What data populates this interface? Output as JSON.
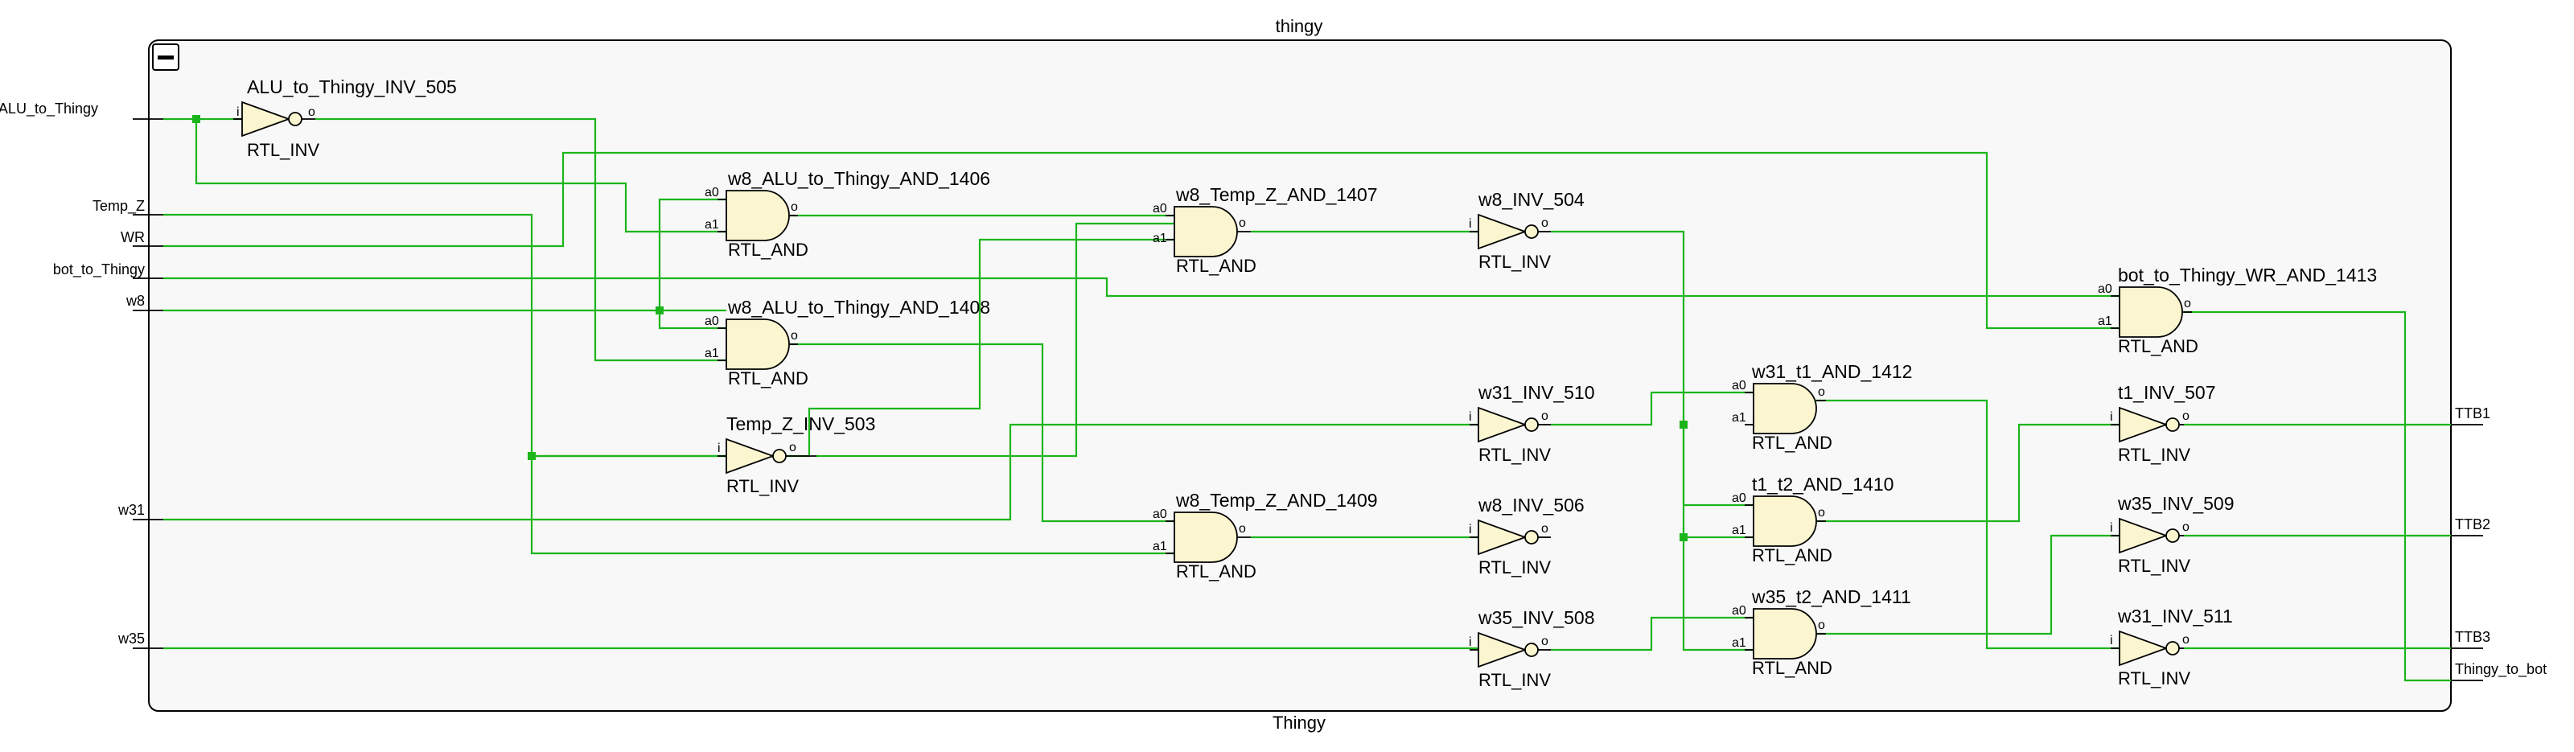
{
  "module": {
    "instance_name": "thingy",
    "module_name": "Thingy",
    "collapse_button": "collapse-button"
  },
  "input_ports": [
    "ALU_to_Thingy",
    "Temp_Z",
    "WR",
    "bot_to_Thingy",
    "w8",
    "w31",
    "w35"
  ],
  "output_ports": [
    "TTB1",
    "TTB2",
    "TTB3",
    "Thingy_to_bot"
  ],
  "cells": [
    {
      "id": "ALU_to_Thingy_INV_505",
      "type": "RTL_INV",
      "kind": "inv"
    },
    {
      "id": "w8_ALU_to_Thingy_AND_1406",
      "type": "RTL_AND",
      "kind": "and"
    },
    {
      "id": "w8_ALU_to_Thingy_AND_1408",
      "type": "RTL_AND",
      "kind": "and"
    },
    {
      "id": "Temp_Z_INV_503",
      "type": "RTL_INV",
      "kind": "inv"
    },
    {
      "id": "w8_Temp_Z_AND_1407",
      "type": "RTL_AND",
      "kind": "and"
    },
    {
      "id": "w8_Temp_Z_AND_1409",
      "type": "RTL_AND",
      "kind": "and"
    },
    {
      "id": "w8_INV_504",
      "type": "RTL_INV",
      "kind": "inv"
    },
    {
      "id": "w31_INV_510",
      "type": "RTL_INV",
      "kind": "inv"
    },
    {
      "id": "w8_INV_506",
      "type": "RTL_INV",
      "kind": "inv"
    },
    {
      "id": "w35_INV_508",
      "type": "RTL_INV",
      "kind": "inv"
    },
    {
      "id": "w31_t1_AND_1412",
      "type": "RTL_AND",
      "kind": "and"
    },
    {
      "id": "t1_t2_AND_1410",
      "type": "RTL_AND",
      "kind": "and"
    },
    {
      "id": "w35_t2_AND_1411",
      "type": "RTL_AND",
      "kind": "and"
    },
    {
      "id": "bot_to_Thingy_WR_AND_1413",
      "type": "RTL_AND",
      "kind": "and"
    },
    {
      "id": "t1_INV_507",
      "type": "RTL_INV",
      "kind": "inv"
    },
    {
      "id": "w35_INV_509",
      "type": "RTL_INV",
      "kind": "inv"
    },
    {
      "id": "w31_INV_511",
      "type": "RTL_INV",
      "kind": "inv"
    }
  ],
  "pin_labels": {
    "and_in_a": "a0",
    "and_in_b": "a1",
    "inv_in": "i",
    "out": "o"
  }
}
